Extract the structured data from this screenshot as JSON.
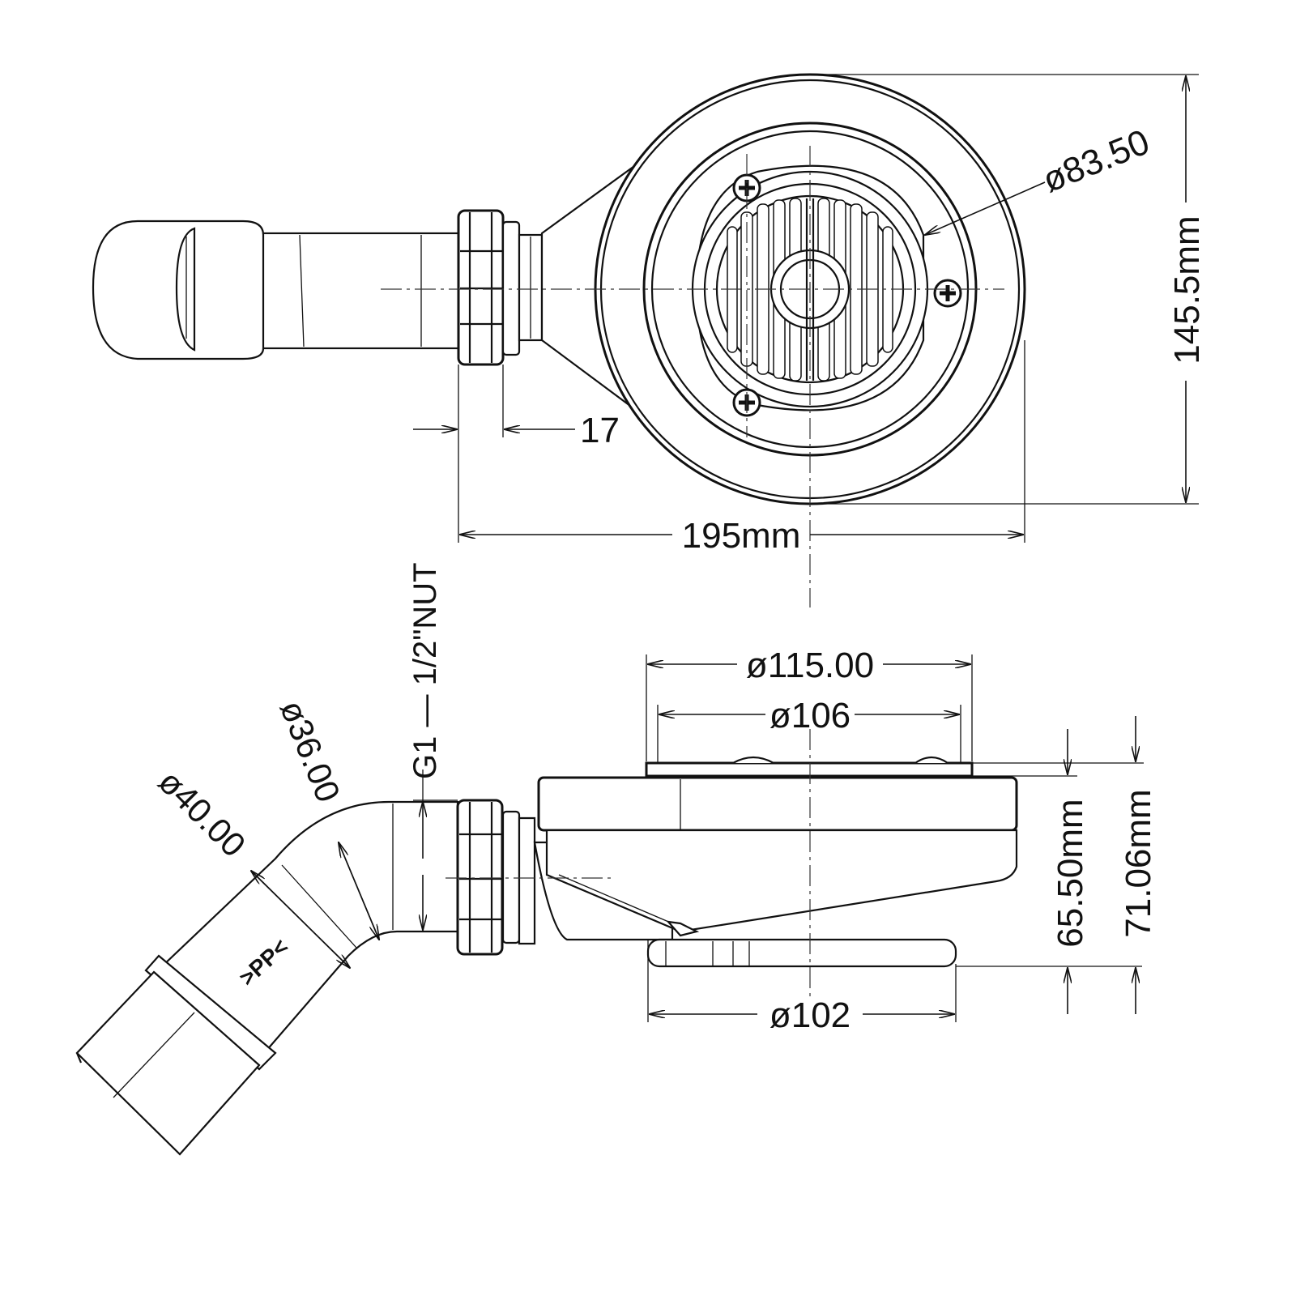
{
  "top_view": {
    "dim_diameter_grate": "ø83.50",
    "dim_height": "145.5mm",
    "dim_width": "195mm",
    "dim_nut_offset": "17"
  },
  "side_view": {
    "dim_flange_outer": "ø115.00",
    "dim_flange_inner": "ø106",
    "dim_body_bottom": "ø102",
    "dim_depth_inner": "65.50mm",
    "dim_depth_total": "71.06mm",
    "dim_pipe_outer": "ø40.00",
    "dim_pipe_inner": "ø36.00",
    "nut_label": "G1 — 1/2\"NUT",
    "material_mark": ">PP<"
  },
  "colors": {
    "line": "#111111",
    "background": "#ffffff"
  }
}
